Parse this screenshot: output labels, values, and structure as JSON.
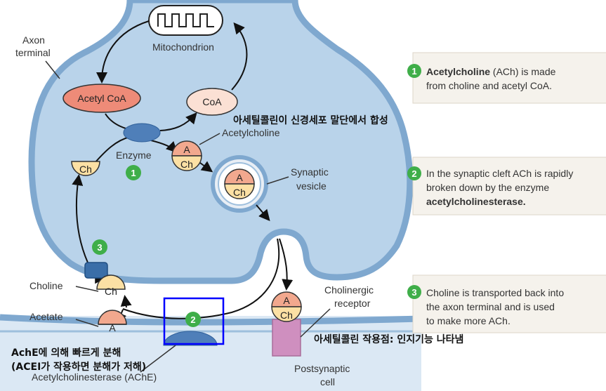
{
  "labels": {
    "axon_terminal_1": "Axon",
    "axon_terminal_2": "terminal",
    "mitochondrion": "Mitochondrion",
    "acetyl_coa": "Acetyl CoA",
    "coa": "CoA",
    "enzyme": "Enzyme",
    "acetylcholine": "Acetylcholine",
    "synaptic_vesicle_1": "Synaptic",
    "synaptic_vesicle_2": "vesicle",
    "choline": "Choline",
    "acetate": "Acetate",
    "cholinergic_receptor_1": "Cholinergic",
    "cholinergic_receptor_2": "receptor",
    "ache": "Acetylcholinesterase (AChE)",
    "postsynaptic_1": "Postsynaptic",
    "postsynaptic_2": "cell"
  },
  "molecules": {
    "a": "A",
    "ch": "Ch"
  },
  "steps": {
    "one": "1",
    "two": "2",
    "three": "3"
  },
  "annotations": {
    "synthesis": "아세틸콜린이 신경세포 말단에서 합성",
    "action_site": "아세틸콜린 작용점: 인지기능 나타냄",
    "ache_line1": "AchE에 의해 빠르게 분해",
    "ache_line2": "(ACEI가 작용하면 분해가 저해)"
  },
  "info_boxes": [
    {
      "number": "1",
      "bold": "Acetylcholine",
      "text1": " (ACh) is made",
      "text2": "from choline and acetyl CoA."
    },
    {
      "number": "2",
      "text1": "In the synaptic cleft ACh is rapidly",
      "text2": "broken down by the enzyme",
      "bold": "acetylcholinesterase."
    },
    {
      "number": "3",
      "text1": "Choline is transported back into",
      "text2": "the axon terminal and is used",
      "text3": "to make more ACh."
    }
  ],
  "colors": {
    "membrane": "#7fa8cf",
    "cytoplasm": "#b9d3ea",
    "acetyl_coa": "#ee8b78",
    "coa": "#fbe0d4",
    "enzyme": "#4f7fb9",
    "a_half": "#f2a88e",
    "ch_half": "#fce0a4",
    "step_green": "#3fae49",
    "highlight_box": "#0000ff",
    "receptor": "#cf8fbf",
    "info_box": "#f5f2ec"
  }
}
